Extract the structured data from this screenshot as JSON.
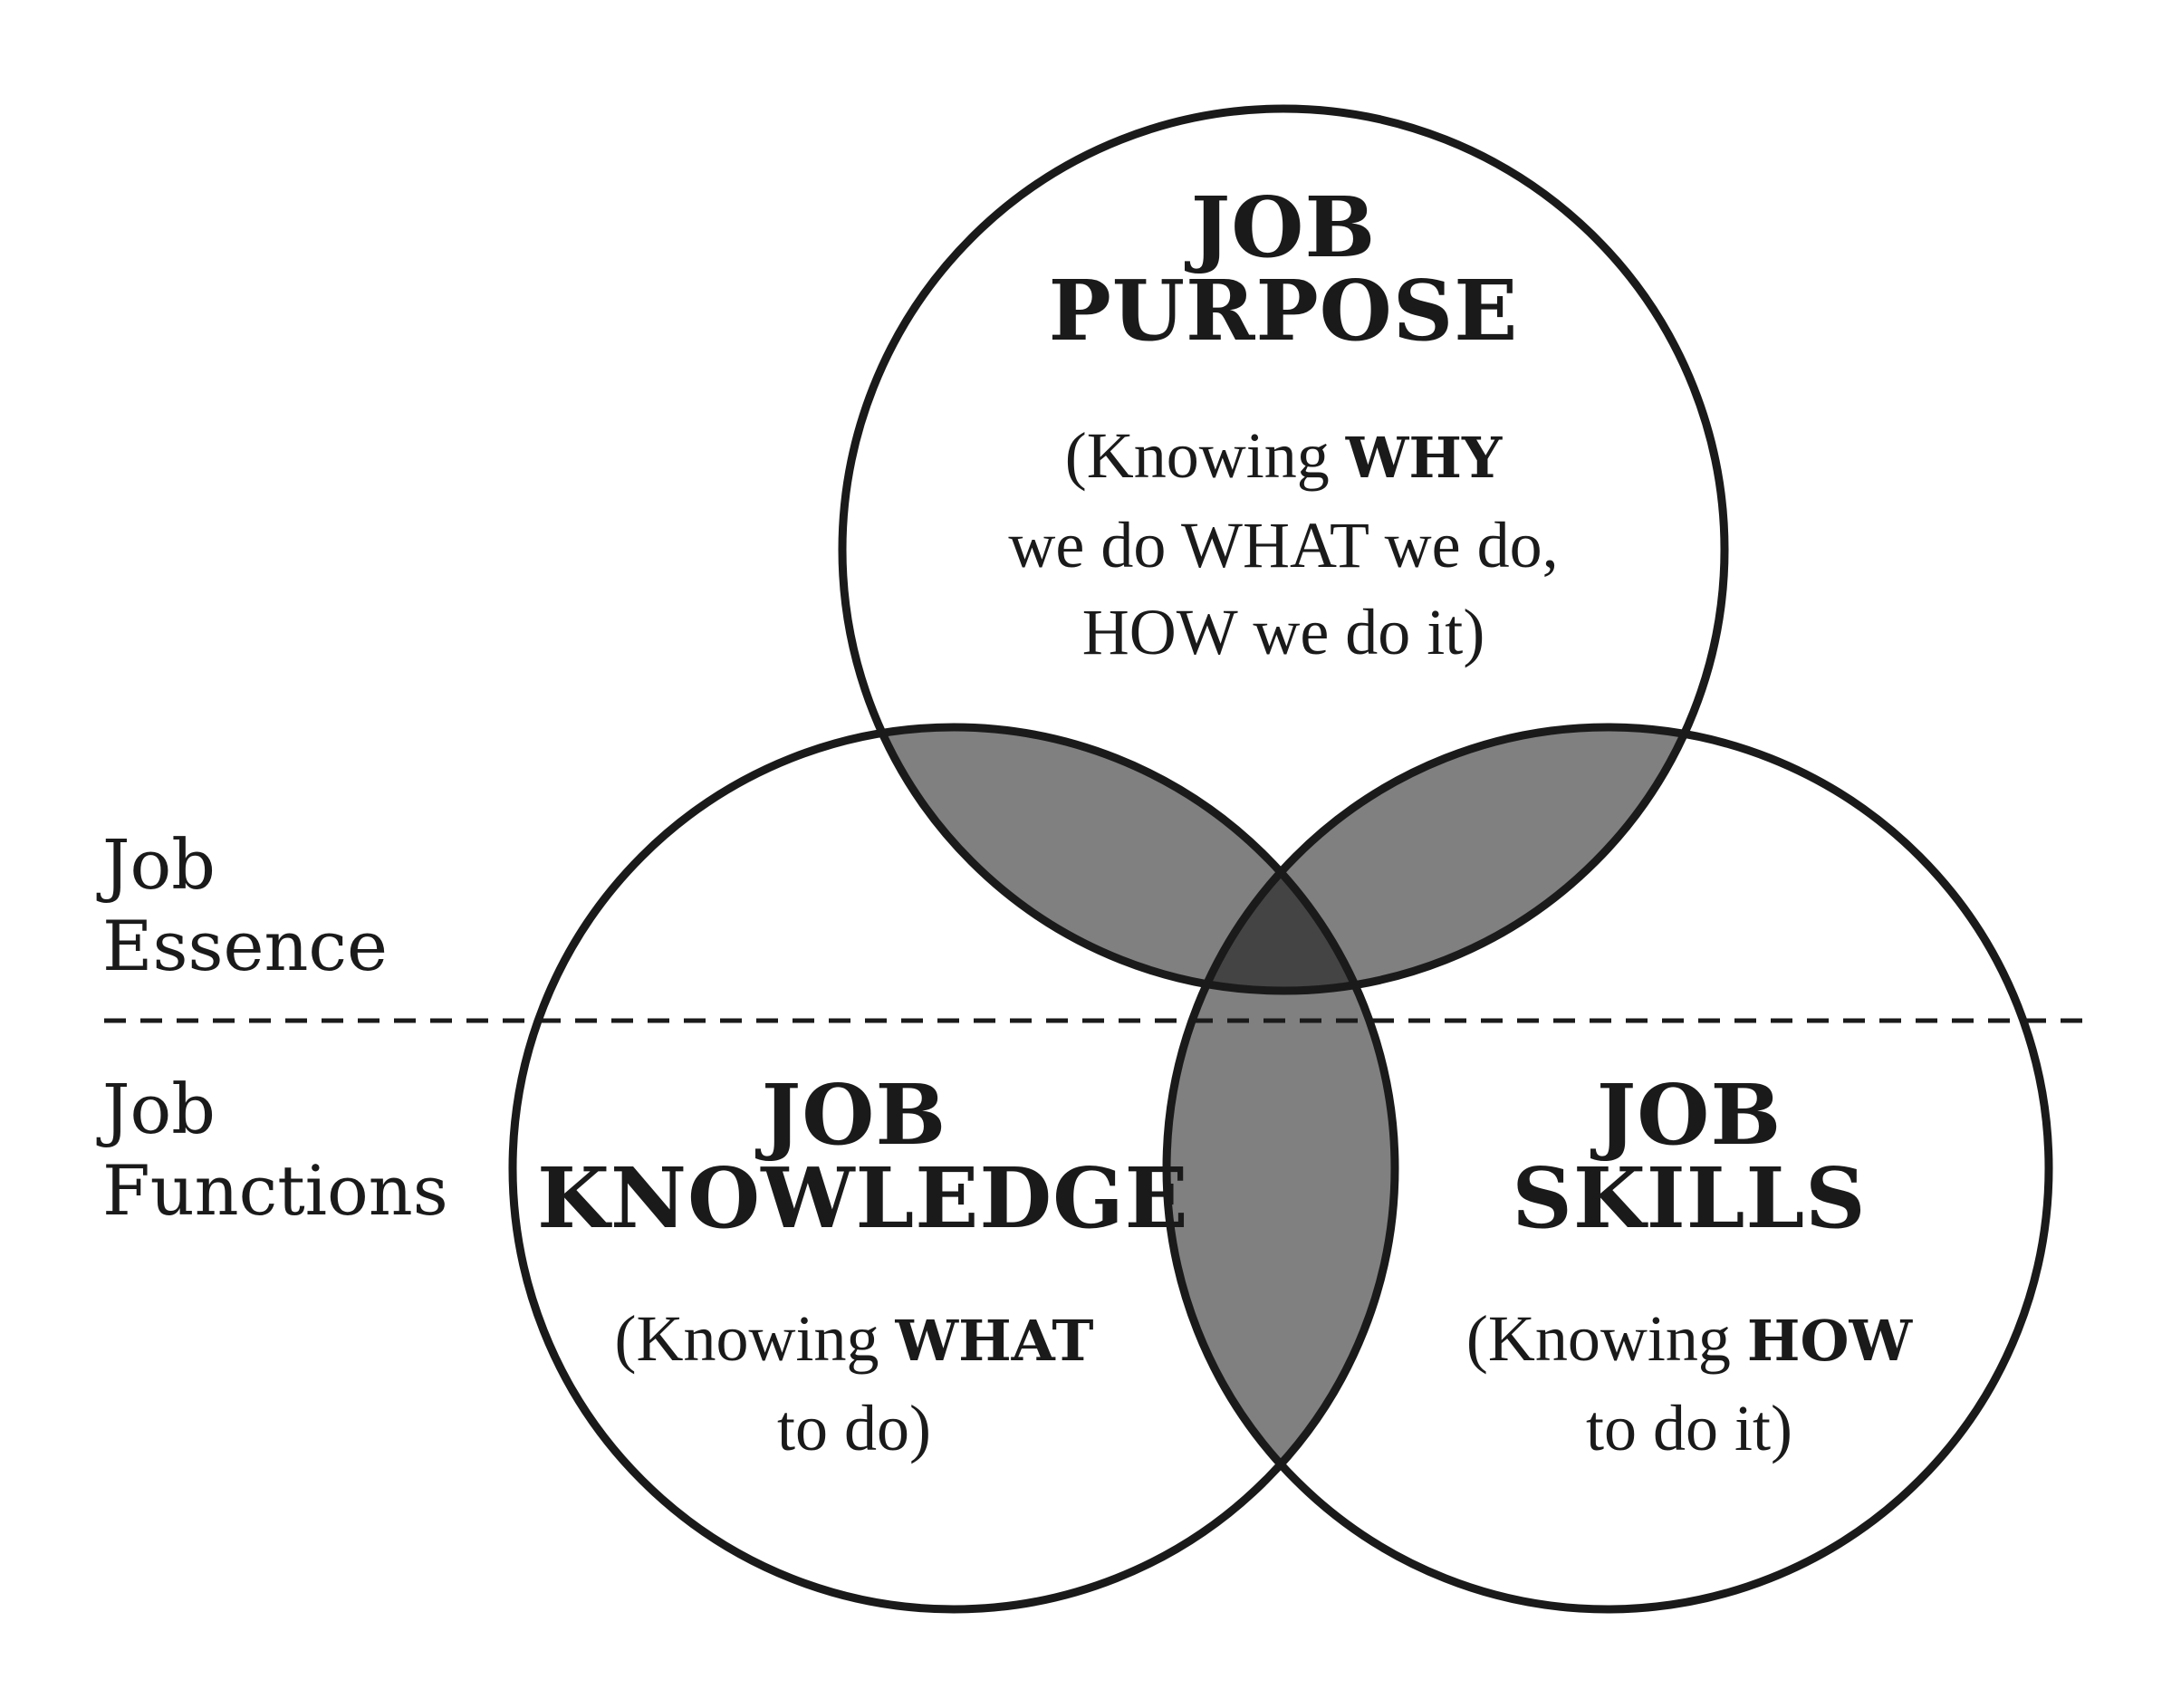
{
  "diagram": {
    "type": "venn",
    "colors": {
      "stroke": "#1a1a1a",
      "background": "#ffffff",
      "pair_overlap": "#808080",
      "triple_overlap": "#444444"
    },
    "circles": [
      {
        "id": "purpose",
        "title_line1": "JOB",
        "title_line2": "PURPOSE",
        "desc_prefix": "(Knowing ",
        "desc_emphasis": "WHY",
        "desc_line2": "we do WHAT we do,",
        "desc_line3": "HOW we do it)"
      },
      {
        "id": "knowledge",
        "title_line1": "JOB",
        "title_line2": "KNOWLEDGE",
        "desc_prefix": "(Knowing ",
        "desc_emphasis": "WHAT",
        "desc_line2": "to do)"
      },
      {
        "id": "skills",
        "title_line1": "JOB",
        "title_line2": "SKILLS",
        "desc_prefix": "(Knowing ",
        "desc_emphasis": "HOW",
        "desc_line2": "to do it)"
      }
    ],
    "side_labels": {
      "essence_line1": "Job",
      "essence_line2": "Essence",
      "functions_line1": "Job",
      "functions_line2": "Functions"
    }
  }
}
